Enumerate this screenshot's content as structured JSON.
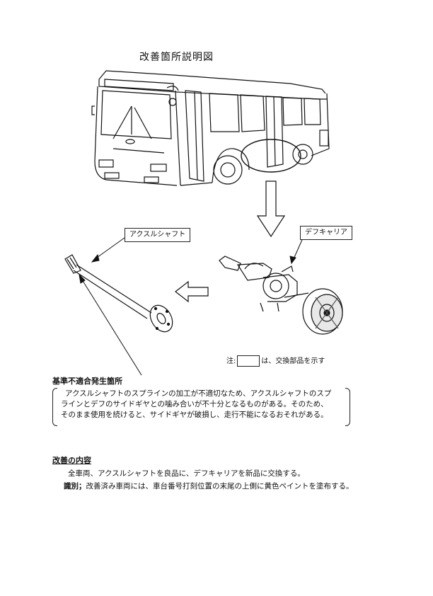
{
  "title": "改善箇所説明図",
  "labels": {
    "axle_shaft": "アクスルシャフト",
    "diff_carrier": "デフキャリア"
  },
  "note": {
    "prefix": "注:",
    "suffix": "は、交換部品を示す"
  },
  "defect": {
    "heading": "基準不適合発生箇所",
    "line1": "アクスルシャフトのスプラインの加工が不適切なため、アクスルシャフトのスプ",
    "line2": "ラインとデフのサイドギヤとの噛み合いが不十分となるものがある。そのため、",
    "line3": "そのまま使用を続けると、サイドギヤが破損し、走行不能になるおそれがある。"
  },
  "improvement": {
    "heading": "改善の内容",
    "line1": "全車両、アクスルシャフトを良品に、デフキャリアを新品に交換する。",
    "id_label": "識別；",
    "id_text": "改善済み車両には、車台番号打刻位置の末尾の上側に黄色ペイントを塗布する。"
  }
}
